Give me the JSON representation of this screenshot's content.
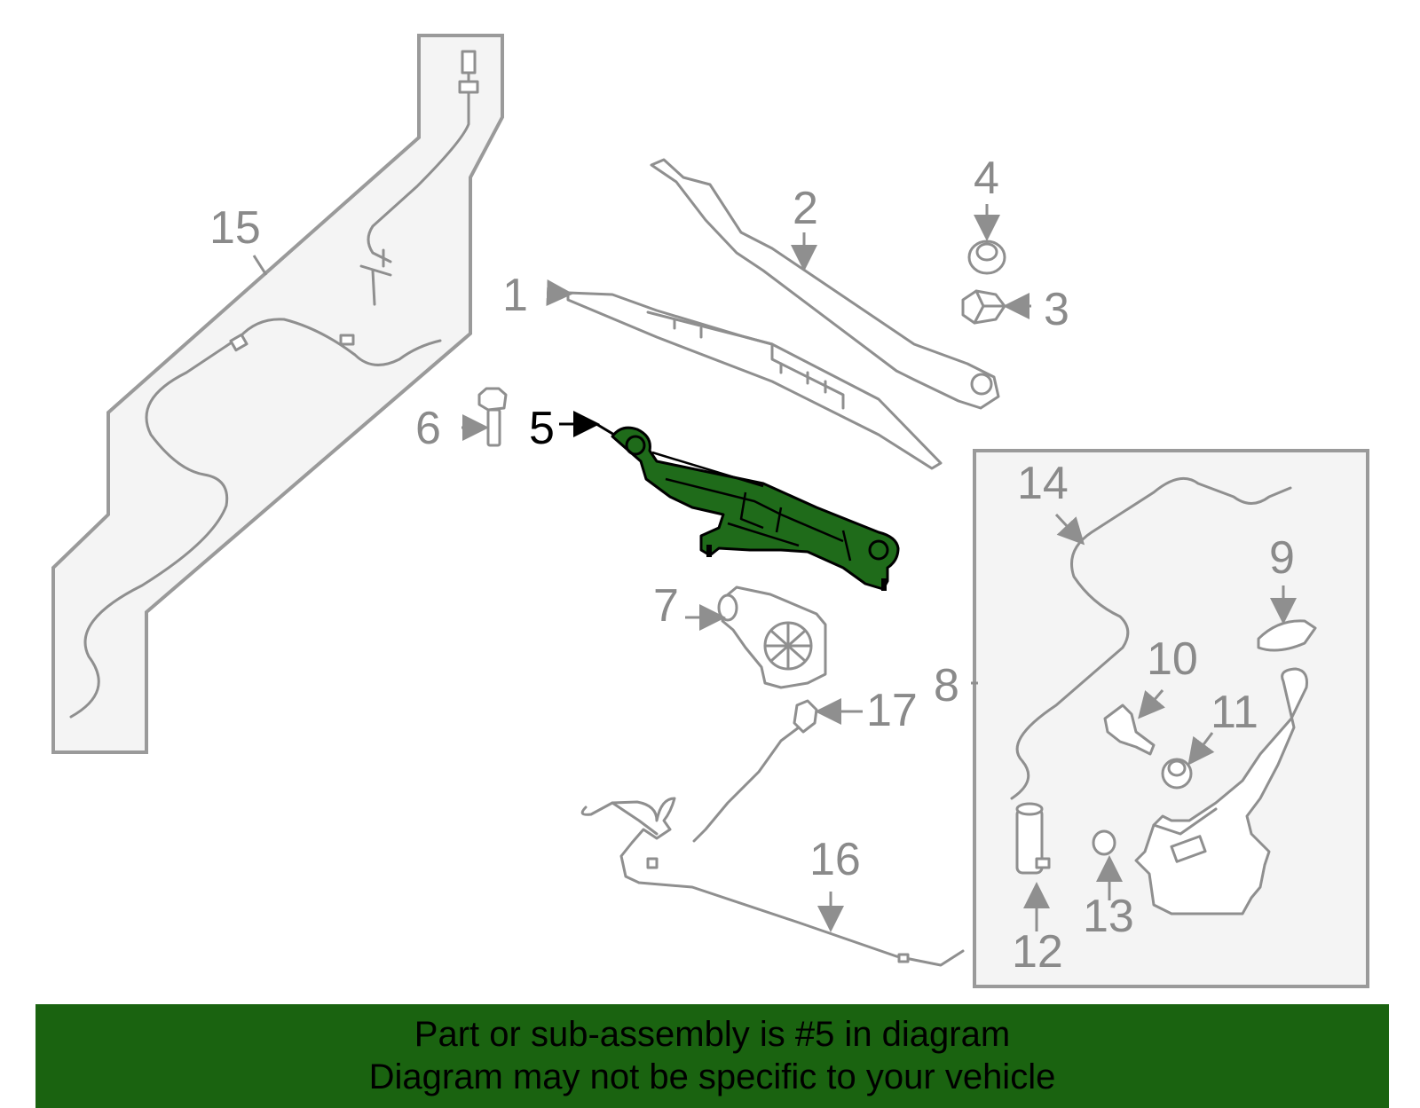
{
  "diagram": {
    "highlighted_part": "5",
    "callouts": {
      "c1": "1",
      "c2": "2",
      "c3": "3",
      "c4": "4",
      "c5": "5",
      "c6": "6",
      "c7": "7",
      "c8": "8",
      "c9": "9",
      "c10": "10",
      "c11": "11",
      "c12": "12",
      "c13": "13",
      "c14": "14",
      "c15": "15",
      "c16": "16",
      "c17": "17"
    },
    "colors": {
      "highlight": "#1f6b1a",
      "banner": "#1a6310",
      "part_lines": "#8f8f8f",
      "panel": "#f4f4f4"
    }
  },
  "banner": {
    "line1": "Part or sub-assembly is #5 in diagram",
    "line2": "Diagram may not be specific to your vehicle"
  }
}
